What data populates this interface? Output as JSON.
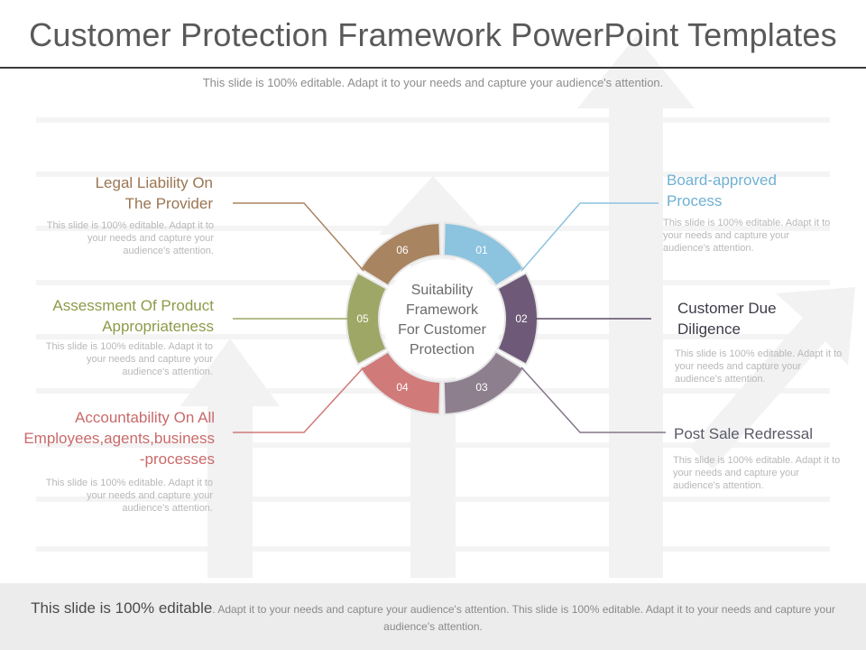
{
  "title": "Customer Protection Framework PowerPoint Templates",
  "subtitle": "This slide is 100% editable. Adapt it to your needs and capture your audience's attention.",
  "center": {
    "lines": [
      "Suitability",
      "Framework",
      "For Customer",
      "Protection"
    ]
  },
  "segments": [
    {
      "number": "01",
      "color": "#8cc3df"
    },
    {
      "number": "02",
      "color": "#6e5a78"
    },
    {
      "number": "03",
      "color": "#8e7f8f"
    },
    {
      "number": "04",
      "color": "#d07a7a"
    },
    {
      "number": "05",
      "color": "#9ea765"
    },
    {
      "number": "06",
      "color": "#a98461"
    }
  ],
  "items": {
    "board": {
      "head1": "Board-approved",
      "head2": "Process",
      "desc1": "This slide is 100% editable. Adapt it to",
      "desc2": "your needs and capture your",
      "desc3": "audience's attention.",
      "color": "#6fb0d2"
    },
    "due": {
      "head1": "Customer Due",
      "head2": "Diligence",
      "desc1": "This slide is 100% editable. Adapt it to",
      "desc2": "your needs and capture your",
      "desc3": "audience's attention.",
      "color": "#3e3a48"
    },
    "redressal": {
      "head1": "Post Sale Redressal",
      "desc1": "This slide is 100% editable. Adapt it to",
      "desc2": "your needs and capture your",
      "desc3": "audience's attention.",
      "color": "#5a5a68"
    },
    "accountability": {
      "head1": "Accountability On All",
      "head2": "Employees,agents,business",
      "head3": "-processes",
      "desc1": "This slide is 100% editable. Adapt it to",
      "desc2": "your needs and capture your",
      "desc3": "audience's attention.",
      "color": "#c96a6a"
    },
    "assessment": {
      "head1": "Assessment Of Product",
      "head2": "Appropriateness",
      "desc1": "This slide is 100% editable. Adapt it to",
      "desc2": "your needs and capture your",
      "desc3": "audience's attention.",
      "color": "#8e9a48"
    },
    "legal": {
      "head1": "Legal Liability On",
      "head2": "The Provider",
      "desc1": "This slide is 100% editable. Adapt it to",
      "desc2": "your needs and capture your",
      "desc3": "audience's attention.",
      "color": "#9a7552"
    }
  },
  "footer": {
    "lead": "This slide is 100% editable",
    "rest": ". Adapt it to your needs and capture your audience's attention. This slide is 100% editable. Adapt it to your needs and capture your audience's attention."
  }
}
